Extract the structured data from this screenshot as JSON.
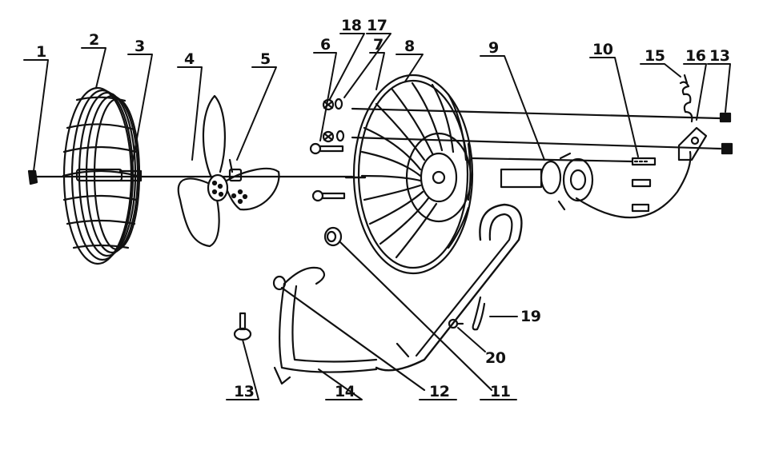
{
  "diagram": {
    "type": "exploded-parts-view",
    "line_color": "#111111",
    "background": "#ffffff",
    "part_numbers": [
      "1",
      "2",
      "3",
      "4",
      "5",
      "6",
      "18",
      "17",
      "7",
      "8",
      "9",
      "10",
      "15",
      "16",
      "13",
      "13",
      "19",
      "20",
      "14",
      "12",
      "11"
    ]
  }
}
